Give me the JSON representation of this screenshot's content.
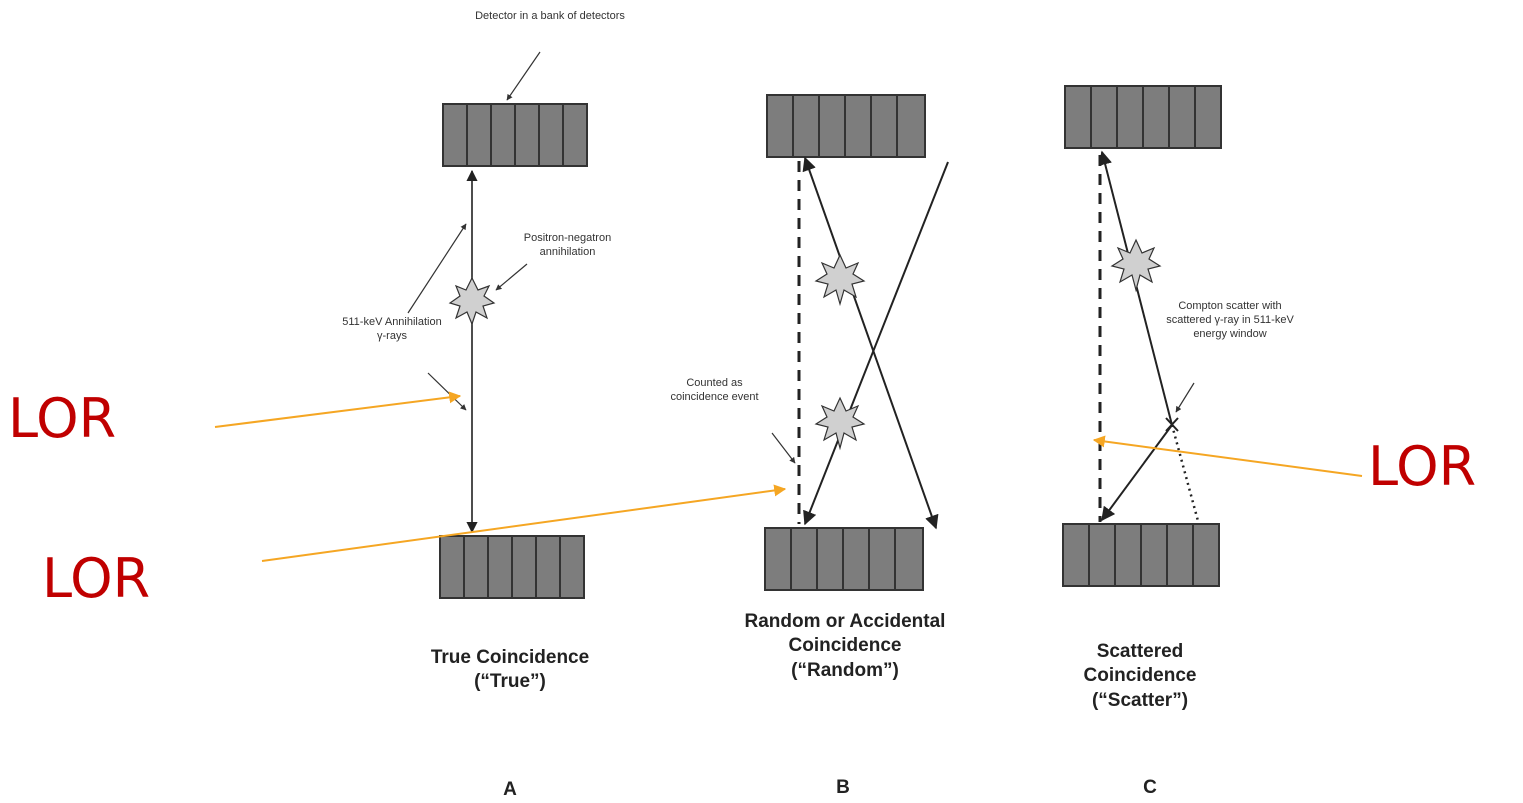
{
  "annotations": {
    "detector_label": "Detector in a bank of detectors",
    "annihilation_label": "Positron-negatron annihilation",
    "gamma_label": "511-keV Annihilation γ-rays",
    "counted_label": "Counted as coincidence event",
    "compton_label": "Compton scatter with scattered γ-ray in 511-keV energy window"
  },
  "panels": [
    {
      "caption": "True Coincidence (“True”)",
      "letter": "A"
    },
    {
      "caption": "Random or Accidental Coincidence (“Random”)",
      "letter": "B"
    },
    {
      "caption": "Scattered Coincidence (“Scatter”)",
      "letter": "C"
    }
  ],
  "lor_labels": [
    "LOR",
    "LOR",
    "LOR"
  ],
  "colors": {
    "lor_text": "#c00000",
    "lor_arrow": "#f5a623",
    "detector_fill": "#7d7d7d",
    "burst_fill": "#d0d0d0"
  }
}
